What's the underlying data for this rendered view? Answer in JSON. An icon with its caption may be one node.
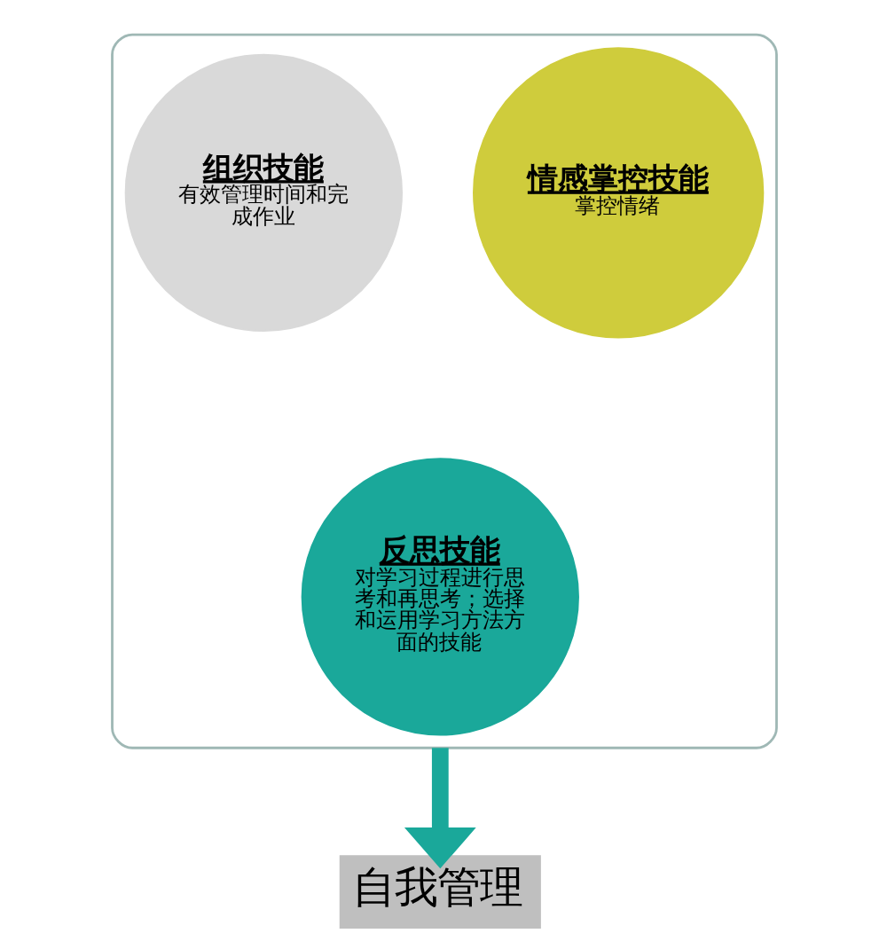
{
  "diagram": {
    "nodes": [
      {
        "text": [],
        "shape": "funnel"
      },
      {
        "text": [
          "组织技能",
          "有效管理时间和完成作业"
        ],
        "in": 0
      },
      {
        "text": [
          "情感掌控技能",
          "掌控情绪"
        ],
        "in": 0
      },
      {
        "text": [
          "反思技能",
          "对学习过程进行思考和再思考；选择和运用学习方法方面的技能"
        ],
        "in": 0
      },
      {
        "text": [
          "自我管理"
        ]
      }
    ],
    "edges": [
      {
        "from": 0,
        "to": 4,
        "arrow": "to",
        "color": "#1aa89a"
      }
    ]
  }
}
